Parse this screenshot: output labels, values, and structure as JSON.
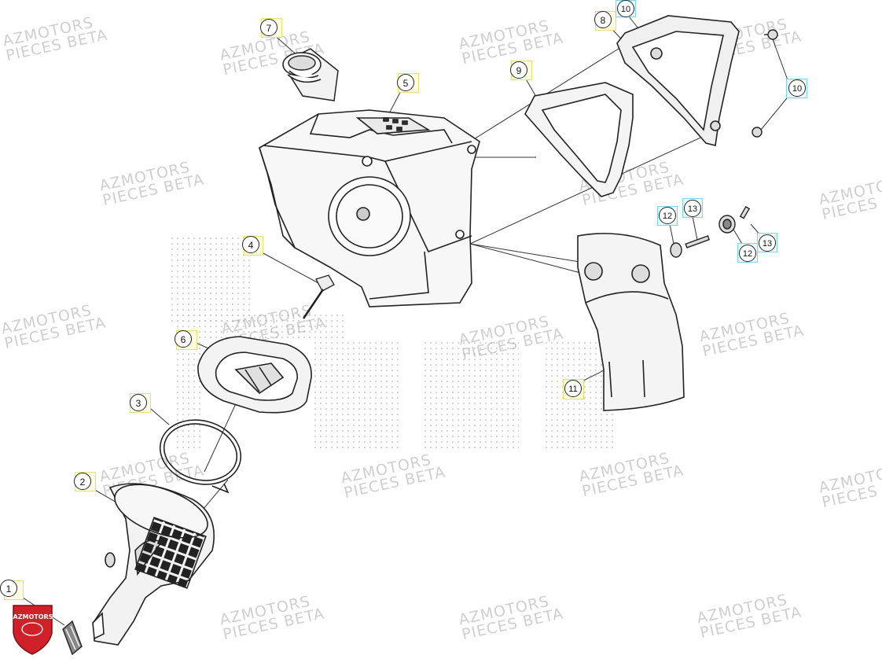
{
  "watermark": {
    "line1": "AZMOTORS",
    "line2": "PIECES BETA"
  },
  "logo": {
    "text": "AZMOTORS",
    "color": "#d0202a"
  },
  "callouts": [
    {
      "label": "1"
    },
    {
      "label": "2"
    },
    {
      "label": "3"
    },
    {
      "label": "4"
    },
    {
      "label": "5"
    },
    {
      "label": "6"
    },
    {
      "label": "7"
    },
    {
      "label": "8"
    },
    {
      "label": "9"
    },
    {
      "label": "10"
    },
    {
      "label": "10"
    },
    {
      "label": "11"
    },
    {
      "label": "12"
    },
    {
      "label": "12"
    },
    {
      "label": "13"
    },
    {
      "label": "13"
    }
  ],
  "colors": {
    "line": "#333333",
    "highlight_yellow": "#fffbe0",
    "highlight_cyan": "#eafcff"
  }
}
